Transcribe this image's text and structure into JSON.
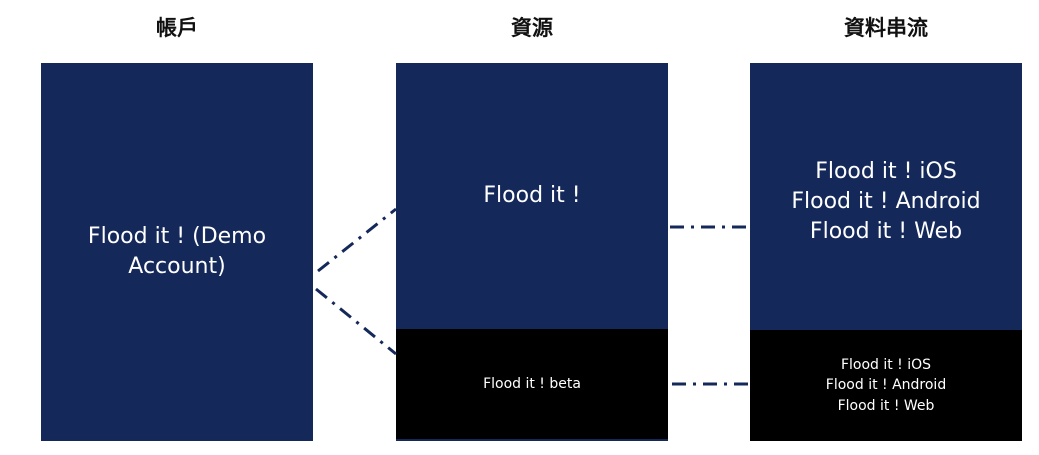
{
  "headers": {
    "account": "帳戶",
    "property": "資源",
    "streams": "資料串流"
  },
  "account_box": {
    "line1": "Flood it ! (Demo",
    "line2": "Account)"
  },
  "property_boxes": {
    "main": "Flood it !",
    "beta": "Flood it ! beta"
  },
  "stream_boxes": {
    "main": [
      "Flood it ! iOS",
      "Flood it ! Android",
      "Flood it ! Web"
    ],
    "beta": [
      "Flood it ! iOS",
      "Flood it ! Android",
      "Flood it ! Web"
    ]
  },
  "colors": {
    "navy": "#14285a",
    "black": "#000000",
    "connector": "#14285a"
  }
}
